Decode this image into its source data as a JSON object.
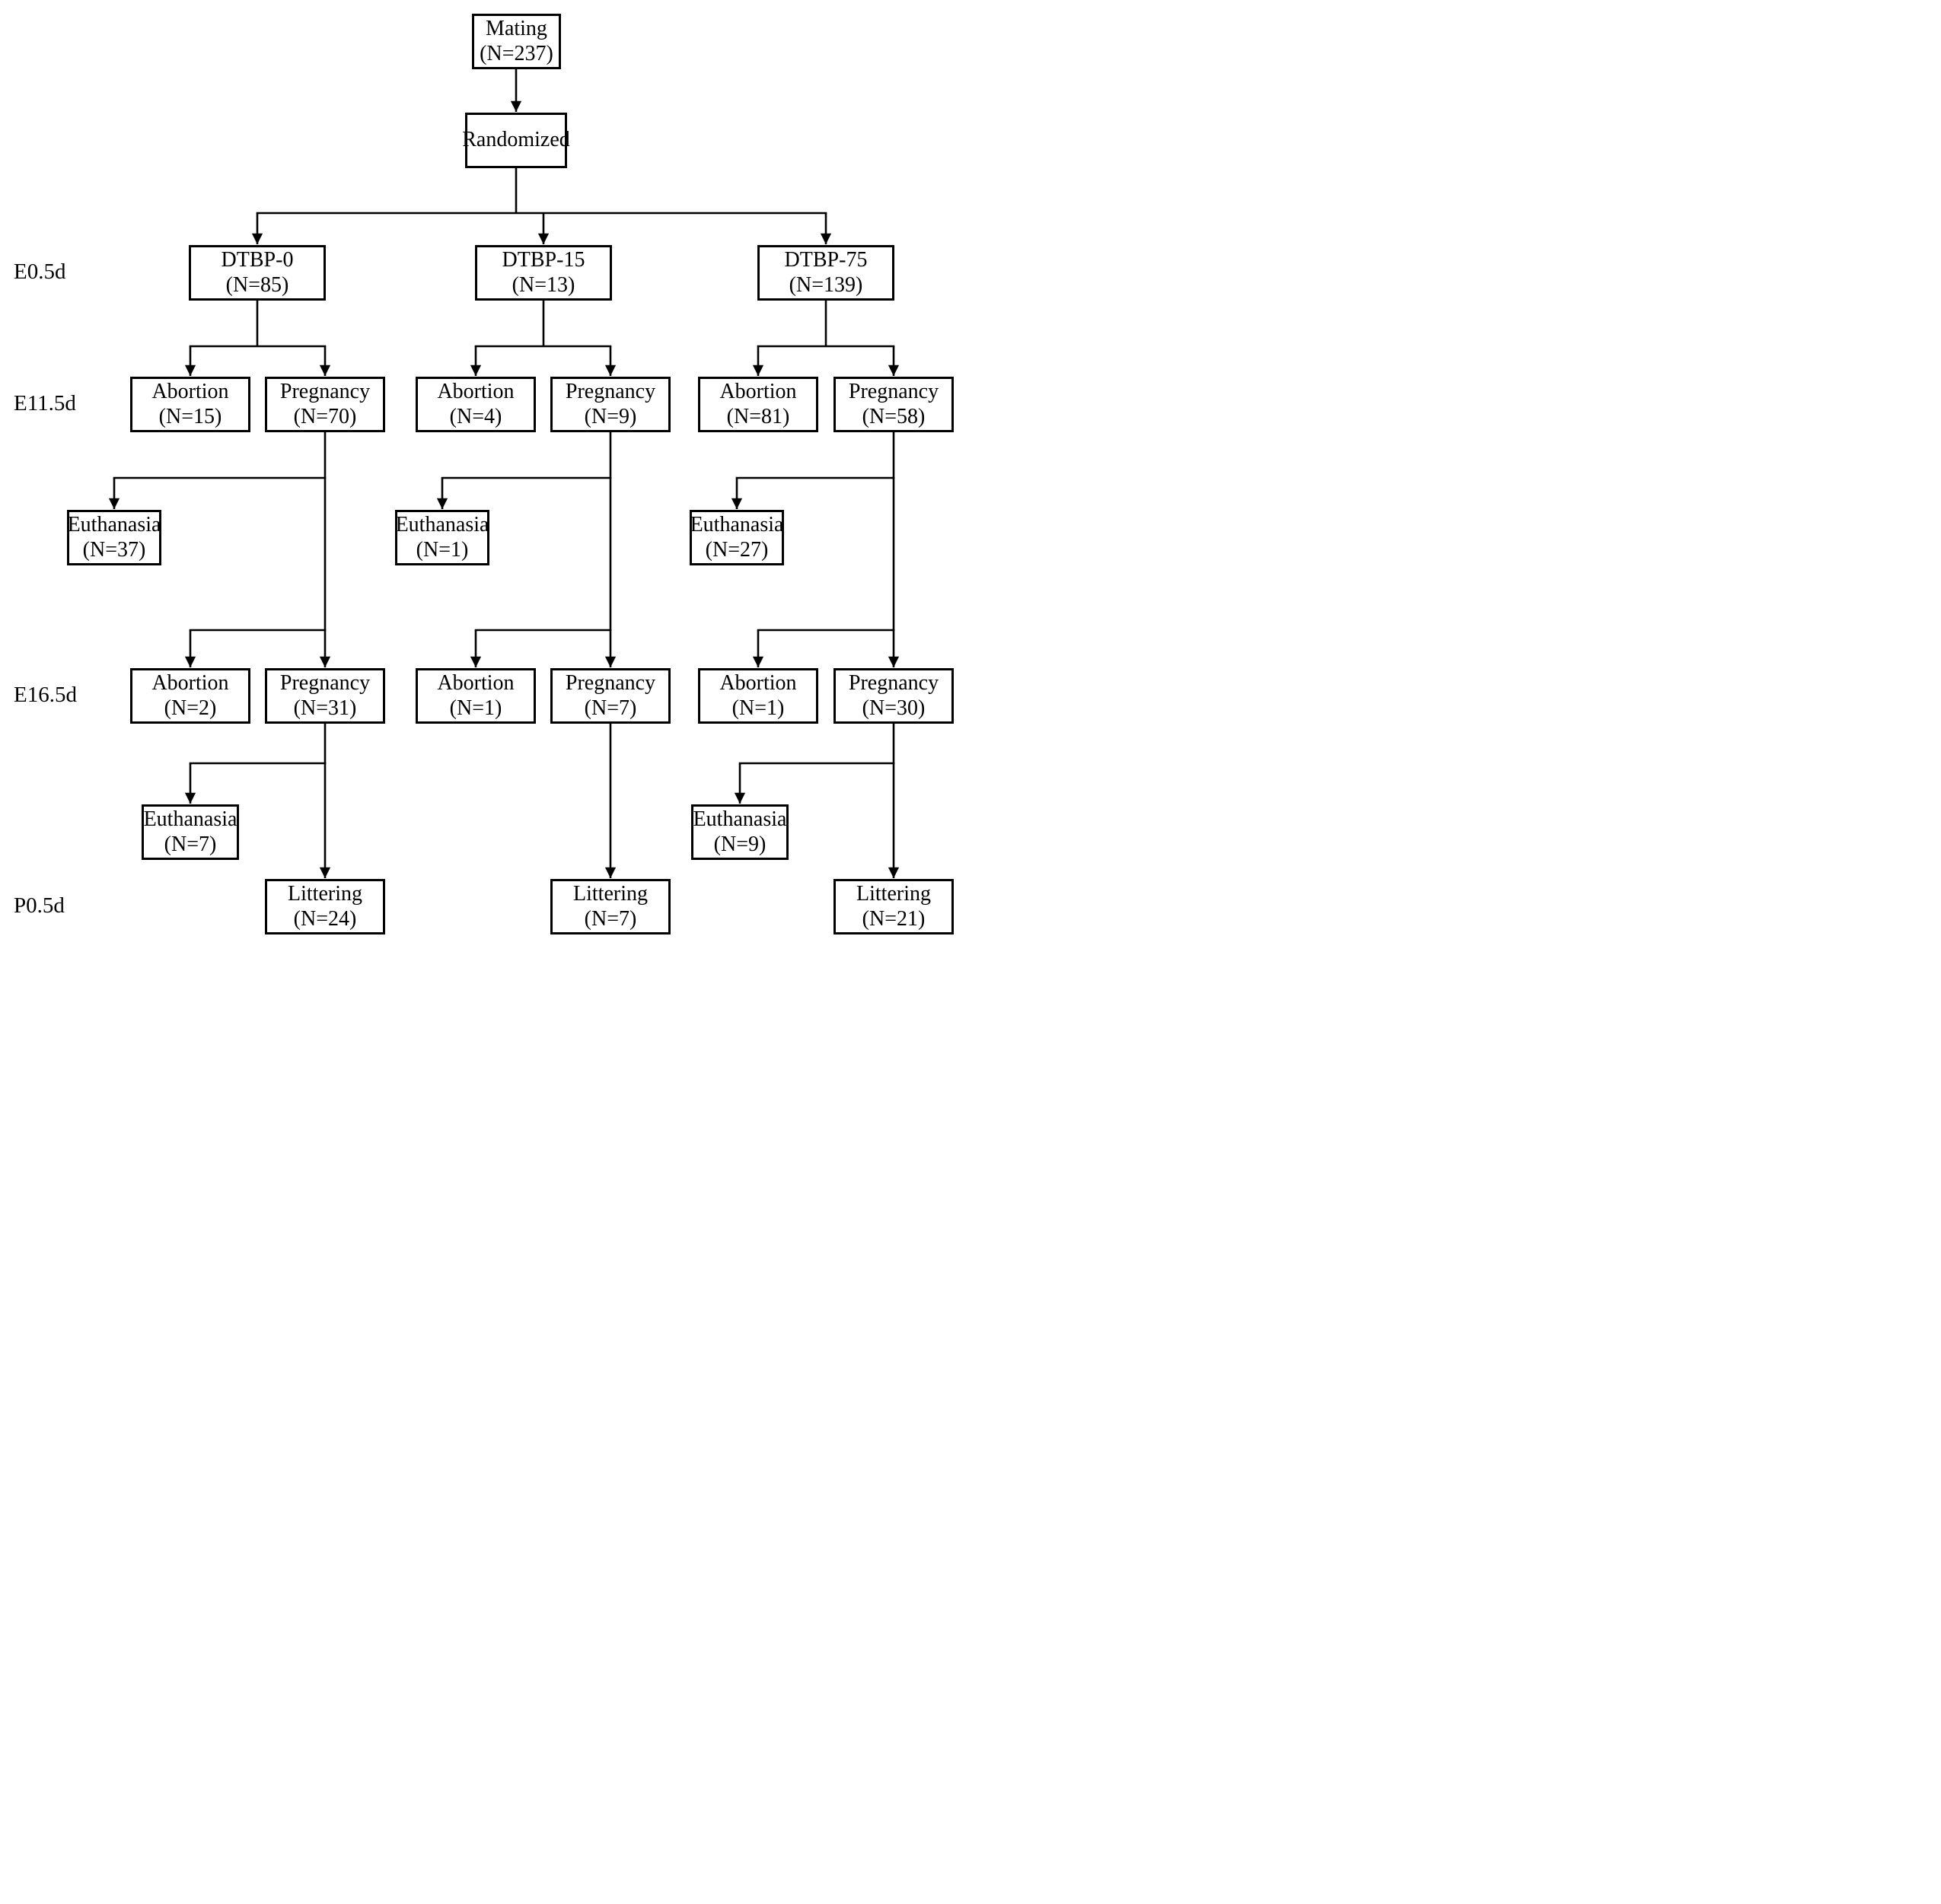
{
  "figure": {
    "background_color": "#ffffff",
    "line_color": "#000000",
    "row_labels": {
      "e05": "E0.5d",
      "e115": "E11.5d",
      "e165": "E16.5d",
      "p05": "P0.5d"
    },
    "nodes": {
      "mating": {
        "label": "Mating",
        "n": "(N=237)"
      },
      "randomized": {
        "label": "Randomized"
      },
      "c1_dtbp": {
        "label": "DTBP-0",
        "n": "(N=85)"
      },
      "c2_dtbp": {
        "label": "DTBP-15",
        "n": "(N=13)"
      },
      "c3_dtbp": {
        "label": "DTBP-75",
        "n": "(N=139)"
      },
      "c1_abortion1": {
        "label": "Abortion",
        "n": "(N=15)"
      },
      "c1_pregnancy1": {
        "label": "Pregnancy",
        "n": "(N=70)"
      },
      "c2_abortion1": {
        "label": "Abortion",
        "n": "(N=4)"
      },
      "c2_pregnancy1": {
        "label": "Pregnancy",
        "n": "(N=9)"
      },
      "c3_abortion1": {
        "label": "Abortion",
        "n": "(N=81)"
      },
      "c3_pregnancy1": {
        "label": "Pregnancy",
        "n": "(N=58)"
      },
      "c1_euthanasia1": {
        "label": "Euthanasia",
        "n": "(N=37)"
      },
      "c2_euthanasia1": {
        "label": "Euthanasia",
        "n": "(N=1)"
      },
      "c3_euthanasia1": {
        "label": "Euthanasia",
        "n": "(N=27)"
      },
      "c1_abortion2": {
        "label": "Abortion",
        "n": "(N=2)"
      },
      "c1_pregnancy2": {
        "label": "Pregnancy",
        "n": "(N=31)"
      },
      "c2_abortion2": {
        "label": "Abortion",
        "n": "(N=1)"
      },
      "c2_pregnancy2": {
        "label": "Pregnancy",
        "n": "(N=7)"
      },
      "c3_abortion2": {
        "label": "Abortion",
        "n": "(N=1)"
      },
      "c3_pregnancy2": {
        "label": "Pregnancy",
        "n": "(N=30)"
      },
      "c1_euthanasia2": {
        "label": "Euthanasia",
        "n": "(N=7)"
      },
      "c3_euthanasia2": {
        "label": "Euthanasia",
        "n": "(N=9)"
      },
      "c1_littering": {
        "label": "Littering",
        "n": "(N=24)"
      },
      "c2_littering": {
        "label": "Littering",
        "n": "(N=7)"
      },
      "c3_littering": {
        "label": "Littering",
        "n": "(N=21)"
      }
    }
  }
}
